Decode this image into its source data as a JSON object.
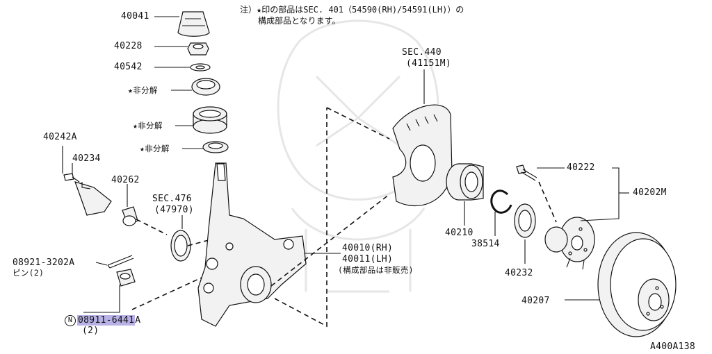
{
  "note": {
    "line1": "注）★印の部品はSEC. 401（54590(RH)/54591(LH)）の",
    "line2": "構成部品となります。"
  },
  "labels": {
    "p40041": "40041",
    "p40228": "40228",
    "p40542": "40542",
    "star1": "★非分解",
    "star2": "★非分解",
    "star3": "★非分解",
    "p40242A": "40242A",
    "p40234": "40234",
    "p40262": "40262",
    "sec476": "SEC.476",
    "sec476_sub": "(47970)",
    "p08921": "08921-3202A",
    "p08921_sub": "ピン(2)",
    "n_marker": "N",
    "p08911_main": "08911-6441",
    "p08911_suffix": "A",
    "p08911_sub": "(2)",
    "sec440": "SEC.440",
    "sec440_sub": "(41151M)",
    "p40210": "40210",
    "p38514": "38514",
    "p40232": "40232",
    "p40222": "40222",
    "p40202M": "40202M",
    "p40207": "40207",
    "p40010": "40010(RH)",
    "p40011": "40011(LH)",
    "p40011_sub": "(構成部品は非販売)",
    "diagram_id": "A400A138"
  },
  "colors": {
    "highlight": "#b7b1e6",
    "line": "#111111",
    "watermark": "#e6e6e6"
  }
}
